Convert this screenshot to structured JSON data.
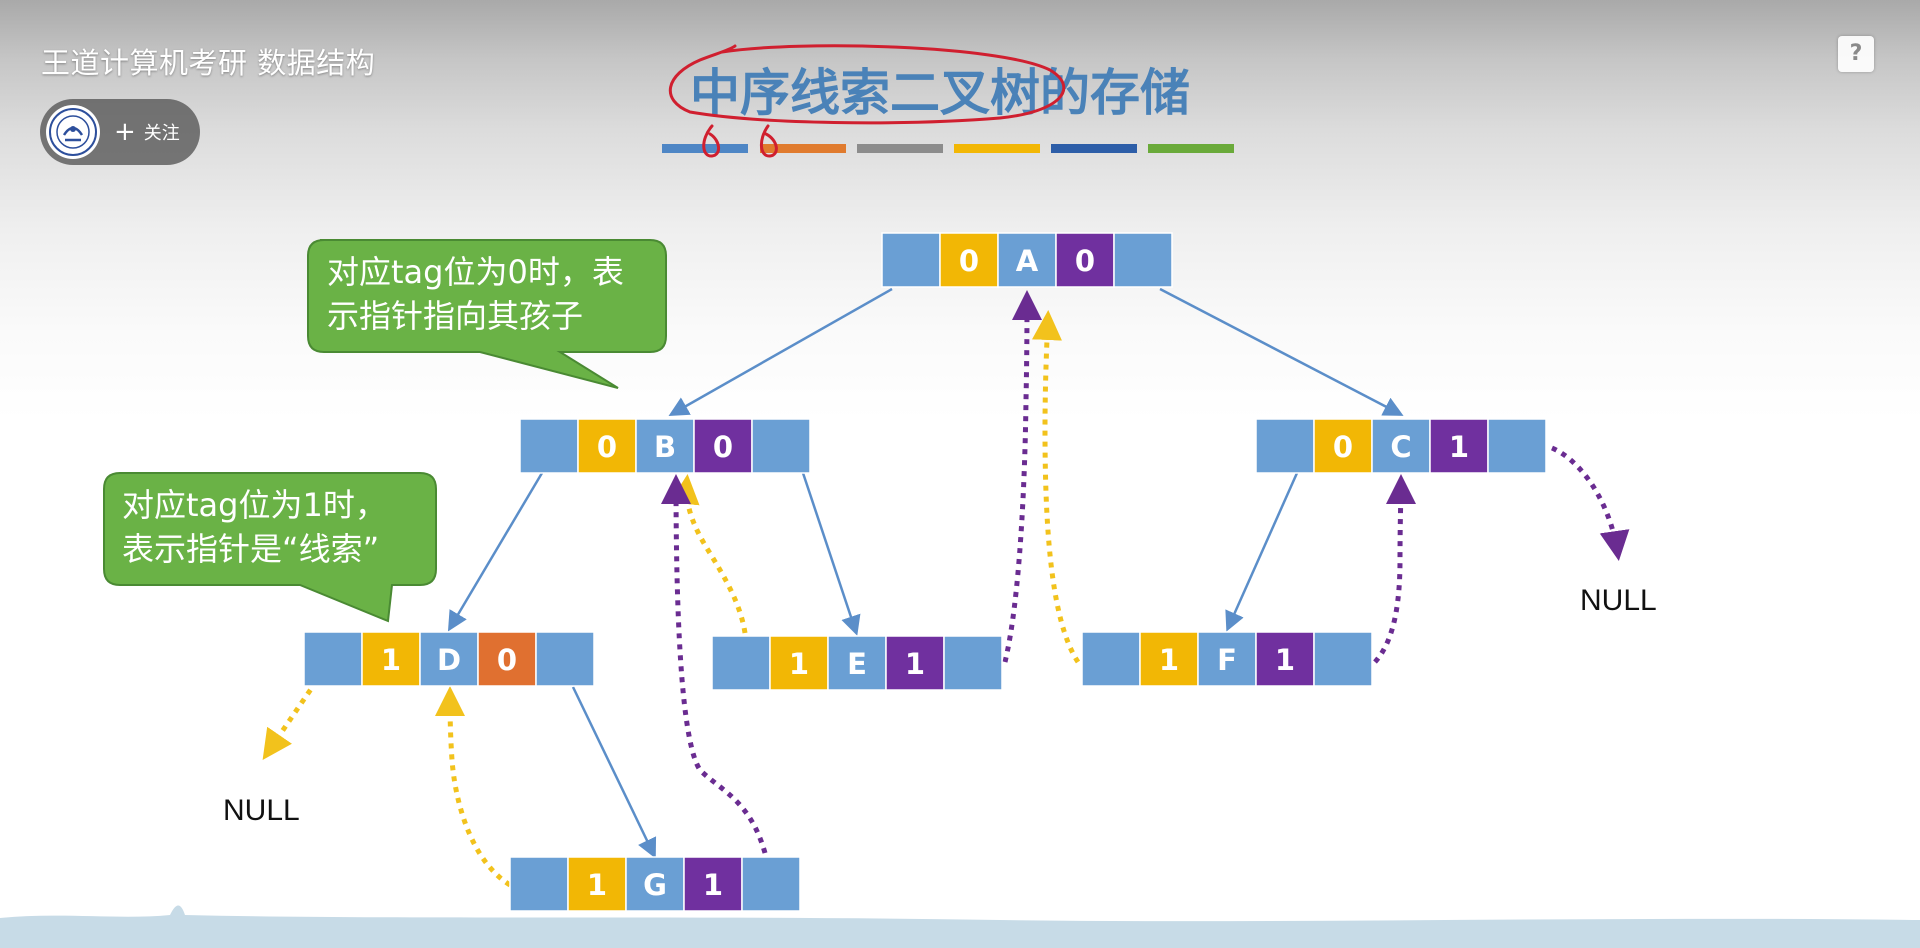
{
  "player": {
    "video_title": "王道计算机考研 数据结构",
    "follow_label": "关注",
    "follow_plus": "+",
    "help_label": "?"
  },
  "slide": {
    "title": "中序线索二叉树的存储",
    "underline_colors": [
      "#4e86c5",
      "#e07b2e",
      "#8c8c8c",
      "#f2b705",
      "#2d5ea8",
      "#6aaa3a"
    ],
    "callouts": [
      {
        "lines": [
          "对应tag位为0时，表",
          "示指针指向其孩子"
        ]
      },
      {
        "lines": [
          "对应tag位为1时，",
          "表示指针是“线索”"
        ]
      }
    ],
    "null_labels": [
      "NULL",
      "NULL"
    ],
    "nodes": [
      {
        "id": "A",
        "ltag": "0",
        "data": "A",
        "rtag": "0",
        "ltag_color": "#f2b705",
        "rtag_color": "#70309f"
      },
      {
        "id": "B",
        "ltag": "0",
        "data": "B",
        "rtag": "0",
        "ltag_color": "#f2b705",
        "rtag_color": "#70309f"
      },
      {
        "id": "C",
        "ltag": "0",
        "data": "C",
        "rtag": "1",
        "ltag_color": "#f2b705",
        "rtag_color": "#70309f"
      },
      {
        "id": "D",
        "ltag": "1",
        "data": "D",
        "rtag": "0",
        "ltag_color": "#f2b705",
        "rtag_color": "#e07030"
      },
      {
        "id": "E",
        "ltag": "1",
        "data": "E",
        "rtag": "1",
        "ltag_color": "#f2b705",
        "rtag_color": "#70309f"
      },
      {
        "id": "F",
        "ltag": "1",
        "data": "F",
        "rtag": "1",
        "ltag_color": "#f2b705",
        "rtag_color": "#70309f"
      },
      {
        "id": "G",
        "ltag": "1",
        "data": "G",
        "rtag": "1",
        "ltag_color": "#f2b705",
        "rtag_color": "#70309f"
      }
    ],
    "colors": {
      "pointer_cell": "#6a9fd4",
      "data_cell": "#6a9fd4",
      "child_edge": "#5b8ec9",
      "left_thread": "#f2c21c",
      "right_thread": "#6a2c91",
      "callout_fill": "#6ab246",
      "annotation_red": "#d01f2f"
    }
  }
}
